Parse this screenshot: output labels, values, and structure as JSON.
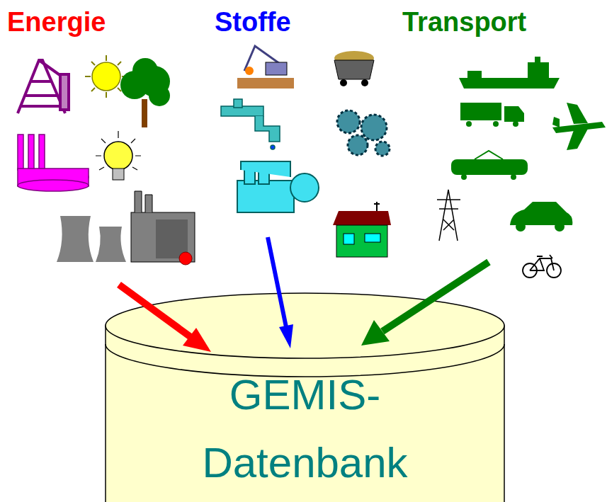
{
  "diagram": {
    "nodes": [
      {
        "text": [
          "GEMIS- Datenbank"
        ]
      }
    ],
    "labels": [
      "Energie",
      "Stoffe",
      "Transport"
    ]
  }
}
